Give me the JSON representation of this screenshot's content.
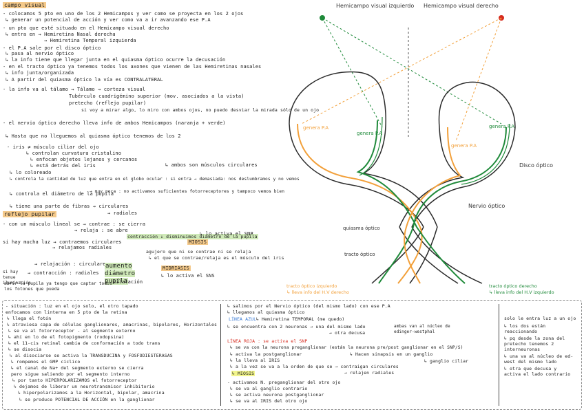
{
  "left": {
    "title": "campo visual",
    "lines": [
      "- colocamos 5 pto en uno de los 2 Hemicampos y ver como se proyecta en los 2 ojos",
      "↳ generar un potencial de acción y ver como va a ir avanzando ese P.A",
      "- un pto que esté situado en el Hemicampo visual derecho",
      "↳ entra en → Hemiretina Nasal derecha",
      "→ Hemiretina Temporal izquierda",
      "- el P.A sale por el disco óptico",
      "↳ pasa al nervio óptico",
      "↳ la info tiene que llegar junta en el quiasma óptico ocurre la decusación",
      "- en el tracto óptico ya tenemos todos los axones que vienen de las Hemiretinas nasales",
      "↳ info junta/organizada",
      "↳ A partir del quiasma óptico la vía es CONTRALATERAL",
      "- la info va al tálamo → Tálamo → corteza visual",
      "Tubérculo cuadrigémino superior (mov. asociados a la vista)",
      "pretecho (reflejo pupilar)",
      "si voy a mirar algo, lo miro con ambos ojos, no puedo desviar la mirada sólo de un ojo",
      "- el nervio óptico derecho lleva info de ambos Hemicampos (naranja + verde)",
      "↳ Hasta que no lleguemos al quiasma óptico tenemos de los 2",
      "- iris ≠ músculo ciliar del ojo",
      "↳ controlan curvatura cristalino",
      "↳ enfocan objetos lejanos y cercanos",
      "↳ está detrás del iris",
      "↳ ambos son músculos circulares",
      "↳ lo coloreado",
      "↳ controla la cantidad de luz que entra en el globo ocular : si entra → demasiada: nos deslumbramos y no vemos",
      "→ muy poca : no activamos suficientes fotorreceptores y tampoco vemos bien",
      "↳ controla el diámetro de la pupila",
      "↳ tiene una parte de fibras → circulares",
      "→ radiales"
    ],
    "reflejo_title": "reflejo pupilar",
    "reflejo_lines": [
      "- con un músculo lineal se → contrae : se cierra",
      "→ relaja : se abre",
      "si hay mucha luz → contraemos circulares",
      "→ relajamos radiales",
      "contracción ↓ disminuimos diámetro de la pupila",
      "↳ lo activa el SNP",
      "MIOSIS",
      "agujero que ni se contrae ni se relaja",
      "↳ el que se contrae/relaja es el músculo del iris",
      "→ relajación : circulares",
      "→ contracción : radiales",
      "aumento diámetro pupila",
      "dilatación",
      "MIDRIASIS",
      "↳ lo activa el SNS",
      "si hay tenue iluminación",
      "abrir la pupila ya tengo que captar todos los fotones que pueda"
    ]
  },
  "diagram": {
    "labels": {
      "hemi_left": "Hemicampo visual izquierdo",
      "hemi_right": "Hemicampo visual derecho",
      "genera_pa": "genera P.A",
      "disco": "Disco óptico",
      "nervio": "Nervio óptico",
      "quiasma": "quiasma óptico",
      "tracto": "tracto óptico",
      "tracto_izq": "tracto óptico izquierdo",
      "tracto_izq_sub": "↳ lleva info del H.V derecho",
      "tracto_der": "tracto óptico derecho",
      "tracto_der_sub": "↳ lleva info del H.V izquierdo"
    },
    "colors": {
      "orange": "#f2a03a",
      "green": "#1f8a3a",
      "outline": "#2b2b2b"
    }
  },
  "bottom": {
    "col1": [
      "- situación : luz en el ojo solo, el otro tapado",
      "enfocamos con linterna en 5 pto de la retina",
      "↳ llega el fotón",
      "↳ atraviesa capa de células ganglionares, amacrinas, bipolares, Horizontales",
      "↳ se va al fotorreceptor - al segmento externo",
      "↳ ahí en lo de el fotopigmento (rodopsina)",
      "↳ el 11-cis retinal cambia de conformación a todo trans",
      "↳ se disocia",
      "↳ al disociarse se activa la TRANSDUCINA y FOSFODIESTERASAS",
      "↳ rompemos el GMP cíclico",
      "↳ el canal de Na+ del segmento externo se cierra",
      "pero sigue saliendo por el segmento interno",
      "↳ por tanto HIPERPOLARIZAMOS el fotorreceptor",
      "↳ dejamos de liberar un neurotransmisor inhibitorio",
      "↳ hiperpolarizamos a la Horizontal, bipolar, amacrina",
      "↳ se produce POTENCIAL DE ACCIÓN en la ganglionar"
    ],
    "col2": [
      "↳ salimos por el Nervio óptico (del mismo lado) con ese P.A",
      "↳ llegamos al quiasma óptico",
      "LÍNEA AZUL",
      "↳ Hemiretina TEMPORAL (me quedo)",
      "↳ se encuentra con 2 neuronas → una del mismo lado",
      "→ otra decusa",
      "ambas van al núcleo de edinger-westphal",
      "LÍNEA ROJA : se activa el SNP",
      "↳ se va con la neurona preganglionar (están la neurona pre/post ganglionar en el SNP/S)",
      "↳ activa la postganglionar",
      "↳ Hacen sinapsis en un ganglio",
      "↳ la lleva al IRIS",
      "↳ ganglio ciliar",
      "↳ a la vez se va a la orden de que se → contraigan circulares",
      "→ relajen radiales",
      "↳ MIOSIS",
      "- activamos N. preganglionar del otro ojo",
      "↳ se va al ganglio contrario",
      "↳ se activa neurona postganglionar",
      "↳ se va al IRIS del otro ojo"
    ],
    "col3": [
      "solo le entra luz a un ojo",
      "↳ los dos están reaccionando",
      "↳ pq desde la zona del pretecho tenemos 2 interneuronas",
      "↳ una va al núcleo de ed-west del mismo lado",
      "↳ otra que decusa y activa el lado contrario"
    ]
  }
}
